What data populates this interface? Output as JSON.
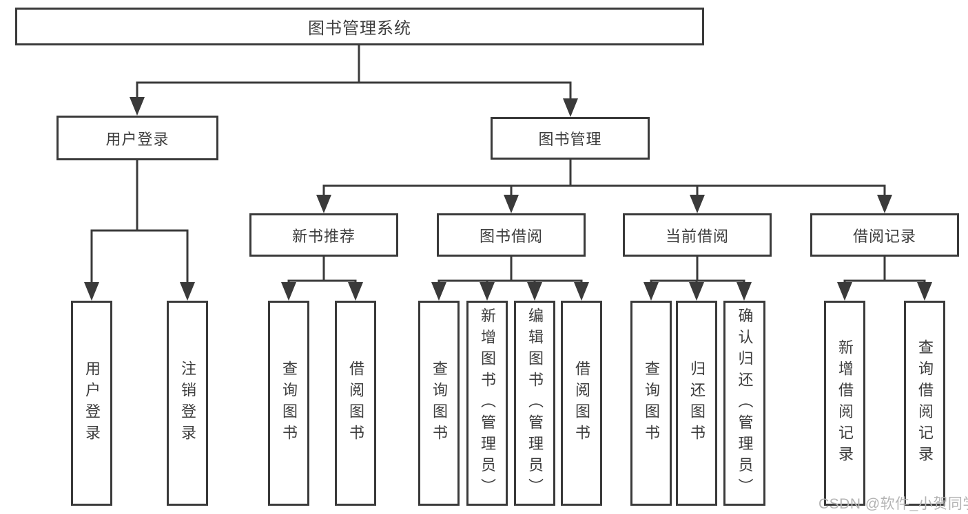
{
  "colors": {
    "line": "#3a3a3a",
    "box_bg": "#ffffff",
    "text": "#3d3d3d",
    "watermark": "#b3b3b3"
  },
  "watermark": {
    "text": "CSDN @软件_小贺同学"
  },
  "tree": {
    "root": {
      "label": "图书管理系统"
    },
    "branches": [
      {
        "label": "用户登录",
        "leaves": [
          {
            "label": "用户登录"
          },
          {
            "label": "注销登录"
          }
        ]
      },
      {
        "label": "图书管理",
        "groups": [
          {
            "label": "新书推荐",
            "leaves": [
              {
                "label": "查询图书"
              },
              {
                "label": "借阅图书"
              }
            ]
          },
          {
            "label": "图书借阅",
            "leaves": [
              {
                "label": "查询图书"
              },
              {
                "label": "新增图书（管理员）"
              },
              {
                "label": "编辑图书（管理员）"
              },
              {
                "label": "借阅图书"
              }
            ]
          },
          {
            "label": "当前借阅",
            "leaves": [
              {
                "label": "查询图书"
              },
              {
                "label": "归还图书"
              },
              {
                "label": "确认归还（管理员）"
              }
            ]
          },
          {
            "label": "借阅记录",
            "leaves": [
              {
                "label": "新增借阅记录"
              },
              {
                "label": "查询借阅记录"
              }
            ]
          }
        ]
      }
    ]
  }
}
